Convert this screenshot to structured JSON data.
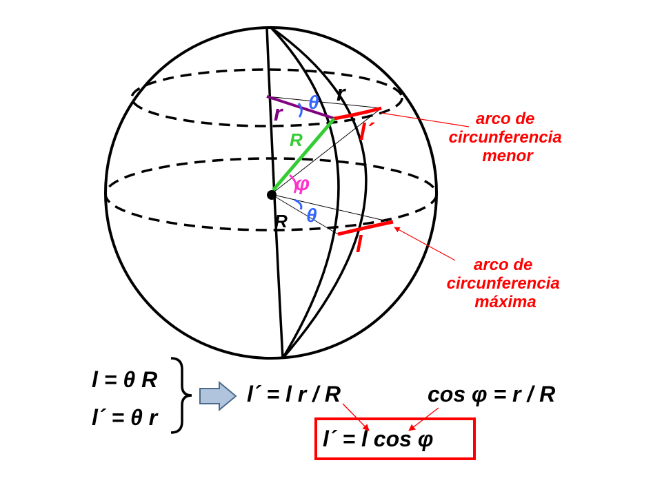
{
  "labels": {
    "r_top": "r",
    "r_left": "r",
    "theta_top": "θ",
    "l_prime": "l´",
    "R_green": "R",
    "phi": "φ",
    "theta_bottom": "θ",
    "R_center": "R",
    "l": "l"
  },
  "annotations": {
    "minor_arc": [
      "arco de",
      "circunferencia",
      "menor"
    ],
    "major_arc": [
      "arco de",
      "circunferencia",
      "máxima"
    ]
  },
  "formulas": {
    "eq1": "l = θ R",
    "eq2": "l´ = θ r",
    "eq3": "l´ = l r / R",
    "eq4": "cos φ = r / R",
    "result": "l´ = l cos φ"
  },
  "colors": {
    "ink": "#000000",
    "accent_red": "#ff0000",
    "radius_green": "#33cc33",
    "small_radius_purple": "#800080",
    "angle_blue": "#3366ff",
    "angle_pink": "#ff33cc",
    "arrow_fill": "#b0c4de",
    "arrow_stroke": "#4a6a8a"
  }
}
